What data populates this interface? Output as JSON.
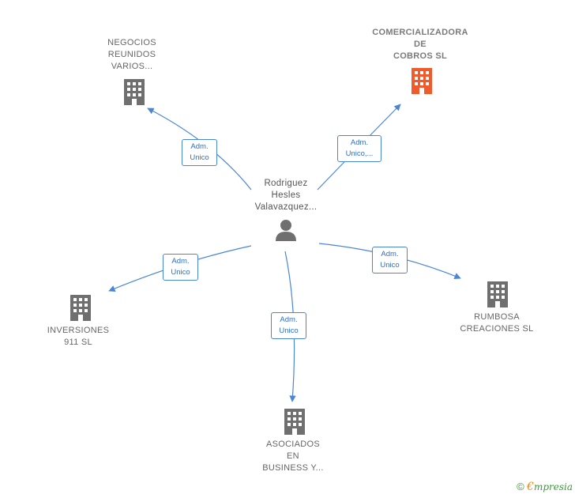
{
  "colors": {
    "edge": "#4a86d6",
    "building_gray": "#6f6f6f",
    "building_highlight": "#ef5b2c",
    "person": "#6f6f6f"
  },
  "center": {
    "name": "Rodriguez\nHesles\nValavazquez..."
  },
  "companies": [
    {
      "id": "negocios",
      "name": "NEGOCIOS\nREUNIDOS\nVARIOS...",
      "role": "Adm.\nUnico",
      "highlight": false
    },
    {
      "id": "comercializadora",
      "name": "COMERCIALIZADORA\nDE\nCOBROS  SL",
      "role": "Adm.\nUnico,...",
      "highlight": true
    },
    {
      "id": "inversiones",
      "name": "INVERSIONES\n911  SL",
      "role": "Adm.\nUnico",
      "highlight": false
    },
    {
      "id": "rumbosa",
      "name": "RUMBOSA\nCREACIONES SL",
      "role": "Adm.\nUnico",
      "highlight": false
    },
    {
      "id": "asociados",
      "name": "ASOCIADOS\nEN\nBUSINESS Y...",
      "role": "Adm.\nUnico",
      "highlight": false
    }
  ],
  "footer": {
    "copyright": "©",
    "brand_first": "€",
    "brand_rest": "mpresia"
  }
}
